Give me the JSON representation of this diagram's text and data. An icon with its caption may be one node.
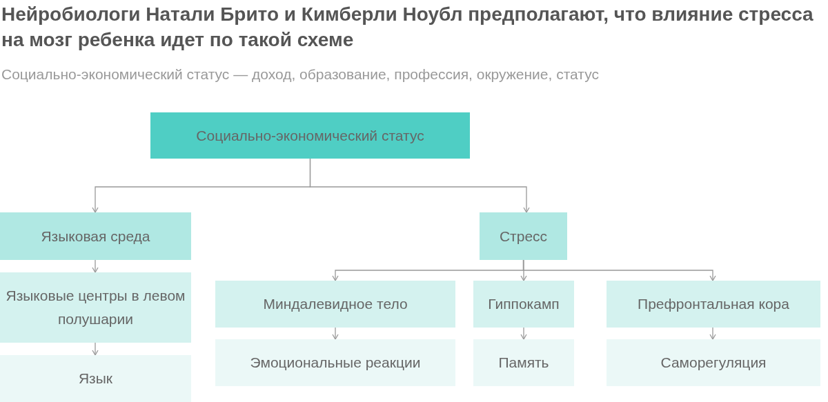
{
  "diagram": {
    "title": "Нейробиологи Натали Брито и Кимберли Ноубл предполагают, что влияние стресса на мозг ребенка идет по такой схеме",
    "nodes": [
      {
        "text": [
          "Социально-экономический статус"
        ]
      },
      {
        "text": [
          "Языковая среда"
        ]
      },
      {
        "text": [
          "Стресс"
        ]
      },
      {
        "text": [
          "Языковые центры в левом полушарии"
        ]
      },
      {
        "text": [
          "Язык"
        ]
      },
      {
        "text": [
          "Миндалевидное тело"
        ]
      },
      {
        "text": [
          "Гиппокамп"
        ]
      },
      {
        "text": [
          "Префронтальная кора"
        ]
      },
      {
        "text": [
          "Эмоциональные реакции"
        ]
      },
      {
        "text": [
          "Память"
        ]
      },
      {
        "text": [
          "Саморегуляция"
        ]
      }
    ],
    "edges": [
      {
        "from": 0,
        "to": 1,
        "arrow": "to"
      },
      {
        "from": 0,
        "to": 2,
        "arrow": "to"
      },
      {
        "from": 1,
        "to": 3,
        "arrow": "to"
      },
      {
        "from": 3,
        "to": 4,
        "arrow": "to"
      },
      {
        "from": 2,
        "to": 5,
        "arrow": "to"
      },
      {
        "from": 2,
        "to": 6,
        "arrow": "to"
      },
      {
        "from": 2,
        "to": 7,
        "arrow": "to"
      },
      {
        "from": 5,
        "to": 8,
        "arrow": "to"
      },
      {
        "from": 6,
        "to": 9,
        "arrow": "to"
      },
      {
        "from": 7,
        "to": 10,
        "arrow": "to"
      }
    ],
    "labels": [
      "Социально-экономический статус — доход, образование, профессия, окружение, статус"
    ]
  }
}
